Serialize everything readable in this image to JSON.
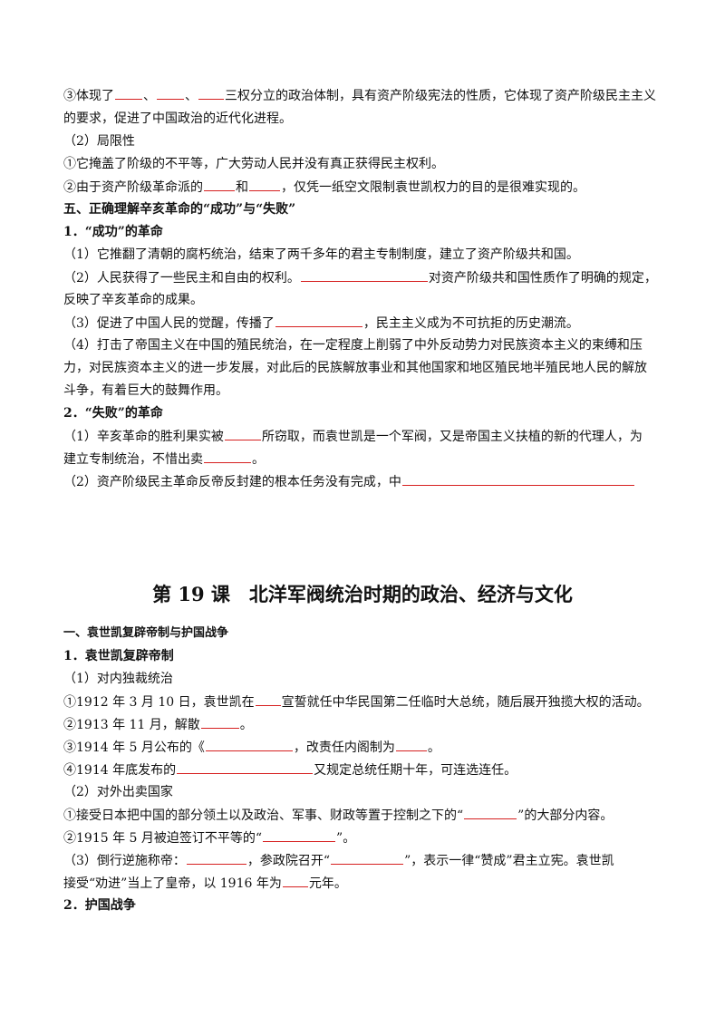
{
  "section_top": {
    "l1": {
      "a": "③体现了",
      "sep1": "、",
      "sep2": "、",
      "b": "三权分立的政治体制，具有资产阶级宪法的性质，它体现了资产阶级民主主义"
    },
    "l2": "的要求，促进了中国政治的近代化进程。",
    "l3": "（2）局限性",
    "l4": "①它掩盖了阶级的不平等，广大劳动人民并没有真正获得民主权利。",
    "l5": {
      "a": "②由于资产阶级革命派的",
      "b": "和",
      "c": "，仅凭一纸空文限制袁世凯权力的目的是很难实现的。"
    },
    "l6": "五、正确理解辛亥革命的“成功”与“失败”",
    "l7": "1．“成功”的革命",
    "l8": "（1）它推翻了清朝的腐朽统治，结束了两千多年的君主专制制度，建立了资产阶级共和国。",
    "l9": {
      "a": "（2）人民获得了一些民主和自由的权利。",
      "b": "对资产阶级共和国性质作了明确的规定，"
    },
    "l10": "反映了辛亥革命的成果。",
    "l11": {
      "a": "（3）促进了中国人民的觉醒，传播了",
      "b": "，民主主义成为不可抗拒的历史潮流。"
    },
    "l12": "（4）打击了帝国主义在中国的殖民统治，在一定程度上削弱了中外反动势力对民族资本主义的束缚和压",
    "l13": "力，对民族资本主义的进一步发展，对此后的民族解放事业和其他国家和地区殖民地半殖民地人民的解放",
    "l14": "斗争，有着巨大的鼓舞作用。",
    "l15": "2．“失败”的革命",
    "l16": {
      "a": "（1）辛亥革命的胜利果实被",
      "b": "所窃取，而袁世凯是一个军阀，又是帝国主义扶植的新的代理人，为"
    },
    "l17": {
      "a": "建立专制统治，不惜出卖",
      "b": "。"
    },
    "l18": {
      "a": "（2）资产阶级民主革命反帝反封建的根本任务没有完成，中"
    }
  },
  "lesson_title": "第 19 课　北洋军阀统治时期的政治、经济与文化",
  "section_bottom": {
    "h1": "一、袁世凯复辟帝制与护国战争",
    "h2": "1．袁世凯复辟帝制",
    "p1": "（1）对内独裁统治",
    "p2": {
      "a": "①1912 年 3 月 10 日，袁世凯在",
      "b": "宣誓就任中华民国第二任临时大总统，随后展开独揽大权的活动。"
    },
    "p3": {
      "a": "②1913 年 11 月，解散",
      "b": "。"
    },
    "p4": {
      "a": "③1914 年 5 月公布的《",
      "b": "，改责任内阁制为",
      "c": "。"
    },
    "p5": {
      "a": "④1914 年底发布的",
      "b": "又规定总统任期十年，可连选连任。"
    },
    "p6": "（2）对外出卖国家",
    "p7": {
      "a": "①接受日本把中国的部分领土以及政治、军事、财政等置于控制之下的“",
      "b": "”的大部分内容。"
    },
    "p8": {
      "a": "②1915 年 5 月被迫签订不平等的“",
      "b": "”。"
    },
    "p9": {
      "a": "（3）倒行逆施称帝：",
      "b": "，参政院召开“",
      "c": "”，表示一律“赞成”君主立宪。袁世凯"
    },
    "p10": {
      "a": "接受“劝进”当上了皇帝，以 1916 年为",
      "b": "元年。"
    },
    "h3": "2．护国战争"
  }
}
